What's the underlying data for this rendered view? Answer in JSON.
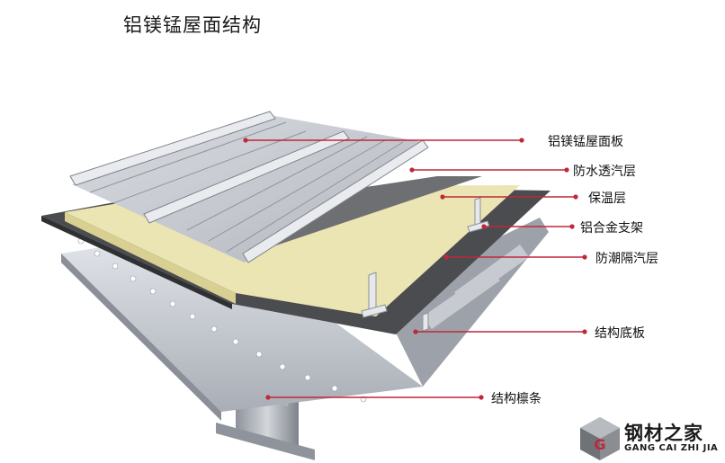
{
  "title": "铝镁锰屋面结构",
  "labels": [
    "铝镁锰屋面板",
    "防水透汽层",
    "保温层",
    "铝合金支架",
    "防潮隔汽层",
    "结构底板",
    "结构檩条"
  ],
  "logo": {
    "name_cn": "钢材之家",
    "name_en": "GANG CAI ZHI JIA",
    "mark_letter": "G"
  },
  "colors": {
    "leader_line": "#c0273a",
    "roof_panel": "#c9ccd2",
    "membrane": "#4a4a4a",
    "insulation": "#ece5b4",
    "steel": "#b9bec6"
  }
}
